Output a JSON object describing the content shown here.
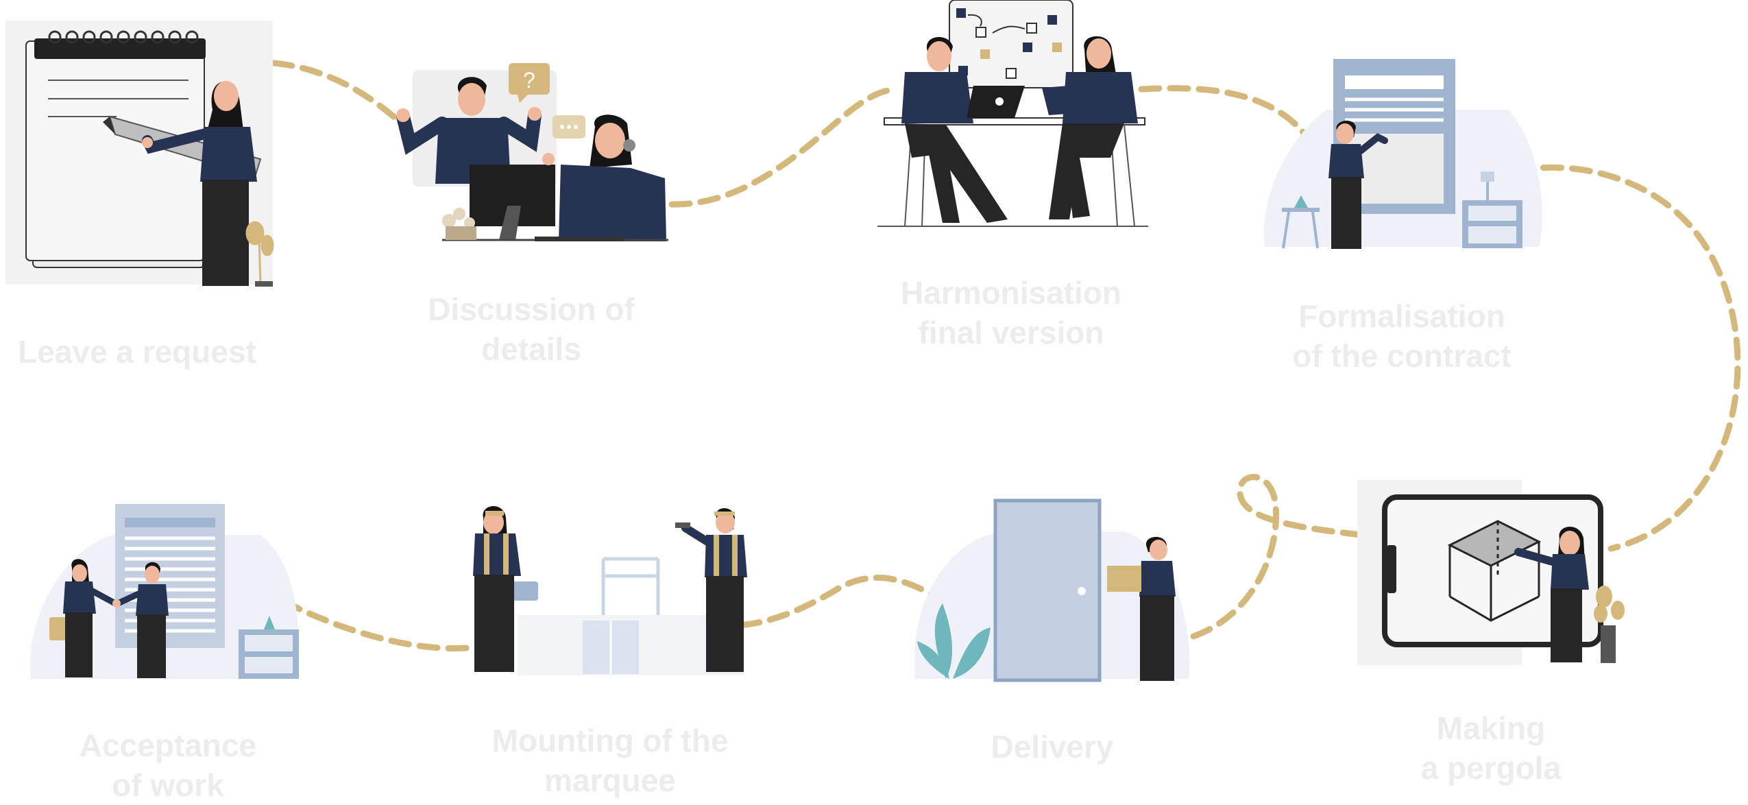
{
  "colors": {
    "path": "#d4b77a",
    "navy": "#273352",
    "dark": "#262626",
    "skin": "#f0b89a",
    "hair": "#151515",
    "paper": "#eeeeee",
    "label": "#ececec",
    "blue_doc": "#9fb4cf",
    "light_blob": "#eef1f8",
    "tan": "#d4b77a",
    "teal": "#6fb6bd"
  },
  "steps": [
    {
      "id": "leave-request",
      "lines": [
        "Leave a request"
      ],
      "icon": "whiteboard-writing-icon"
    },
    {
      "id": "discussion",
      "lines": [
        "Discussion of",
        "details"
      ],
      "icon": "call-center-icon"
    },
    {
      "id": "harmonisation",
      "lines": [
        "Harmonisation",
        "final version"
      ],
      "icon": "meeting-table-icon"
    },
    {
      "id": "formalisation",
      "lines": [
        "Formalisation",
        "of the contract"
      ],
      "icon": "contract-document-icon"
    },
    {
      "id": "making-pergola",
      "lines": [
        "Making",
        "a pergola"
      ],
      "icon": "tablet-3d-model-icon"
    },
    {
      "id": "delivery",
      "lines": [
        "Delivery"
      ],
      "icon": "door-delivery-icon"
    },
    {
      "id": "mounting",
      "lines": [
        "Mounting of the",
        "marquee"
      ],
      "icon": "workers-mounting-icon"
    },
    {
      "id": "acceptance",
      "lines": [
        "Acceptance",
        "of work"
      ],
      "icon": "handshake-icon"
    }
  ]
}
